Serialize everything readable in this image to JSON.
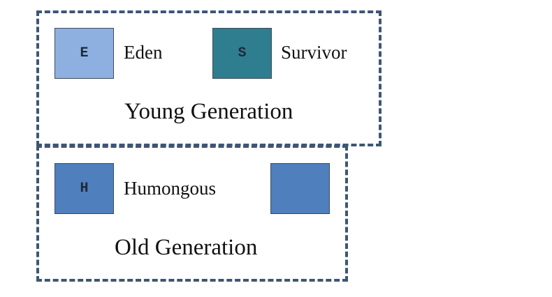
{
  "young_generation": {
    "title": "Young Generation",
    "eden": {
      "letter": "E",
      "label": "Eden",
      "color": "#8db0e0"
    },
    "survivor": {
      "letter": "S",
      "label": "Survivor",
      "color": "#2f7e8f"
    }
  },
  "old_generation": {
    "title": "Old Generation",
    "humongous": {
      "letter": "H",
      "label": "Humongous",
      "color": "#4f7fbd"
    },
    "extra_region": {
      "color": "#4f7fbd"
    }
  },
  "border_color": "#3d5675"
}
